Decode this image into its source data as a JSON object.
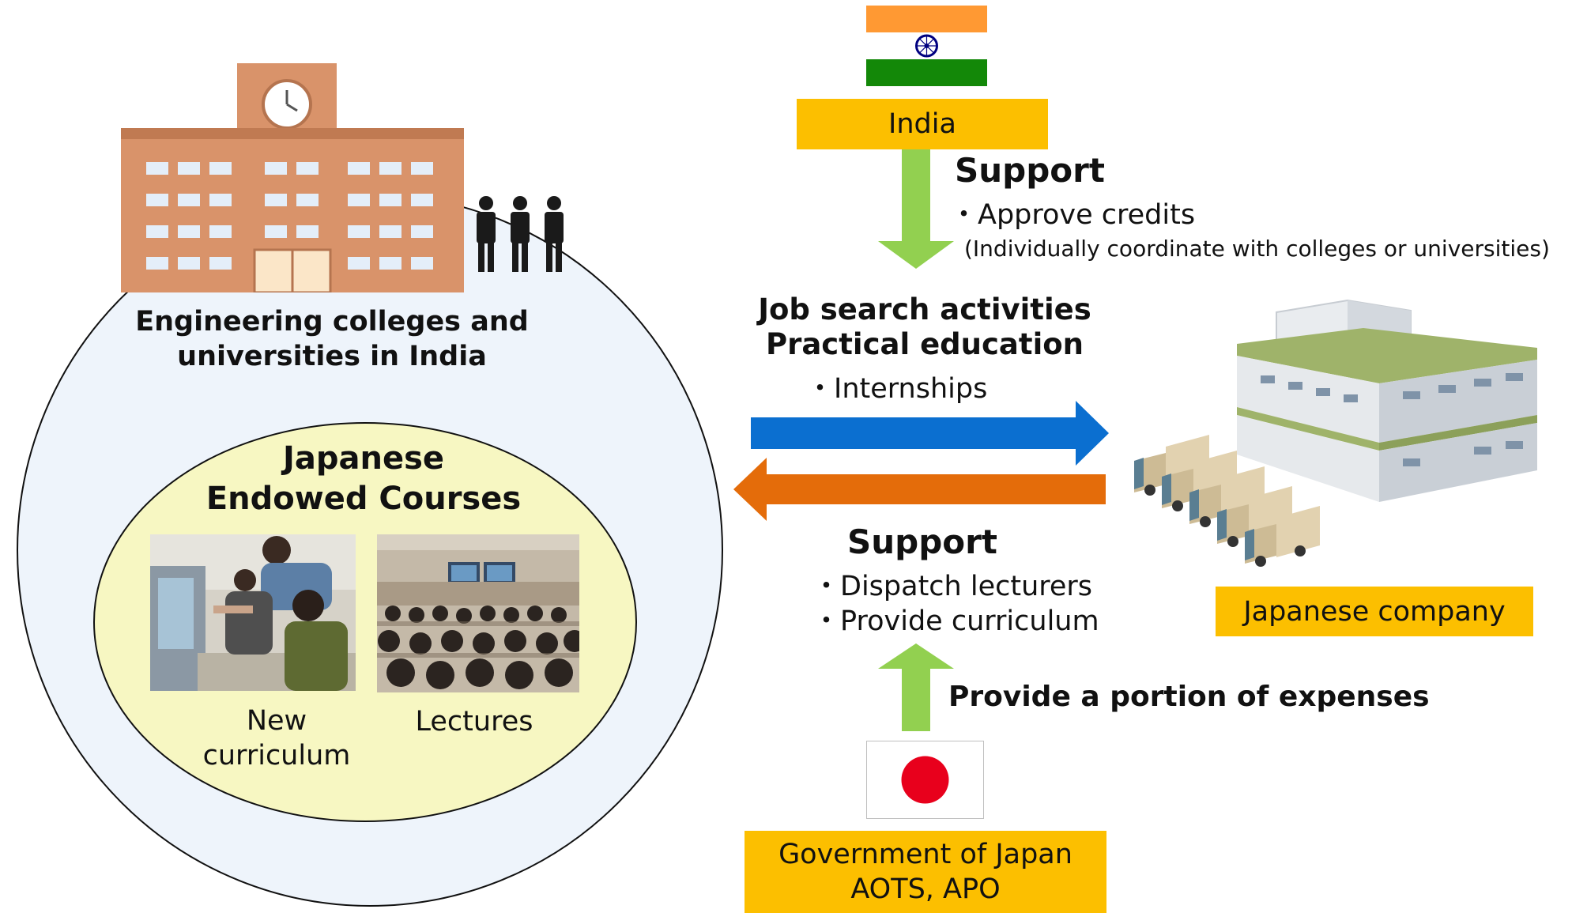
{
  "university": {
    "label_line1": "Engineering colleges and",
    "label_line2": "universities in India"
  },
  "courses": {
    "title_line1": "Japanese",
    "title_line2": "Endowed Courses",
    "new_curriculum_line1": "New",
    "new_curriculum_line2": "curriculum",
    "lectures": "Lectures"
  },
  "india": {
    "label": "India",
    "support_title": "Support",
    "bullet_approve": "・Approve credits",
    "note": "(Individually coordinate with colleges or universities)"
  },
  "job": {
    "line1": "Job search activities",
    "line2": "Practical education",
    "bullet_internships": "・Internships"
  },
  "company": {
    "label": "Japanese company",
    "support_title": "Support",
    "bullet_dispatch": "・Dispatch lecturers",
    "bullet_curriculum": "・Provide curriculum"
  },
  "government": {
    "expenses": "Provide a portion of expenses",
    "label_line1": "Government of Japan",
    "label_line2": "AOTS, APO"
  },
  "colors": {
    "label_box": "#fcbf00",
    "arrow_green": "#92d050",
    "arrow_blue": "#0b6fd0",
    "arrow_orange": "#e46c0a",
    "outer_circle": "#eef4fb",
    "inner_ellipse": "#f7f7c2"
  },
  "icons": {
    "university_building": "school-building-icon",
    "students": "people-icon",
    "company_building": "factory-icon",
    "trucks": "truck-icon",
    "india_flag": "india-flag-icon",
    "japan_flag": "japan-flag-icon"
  }
}
